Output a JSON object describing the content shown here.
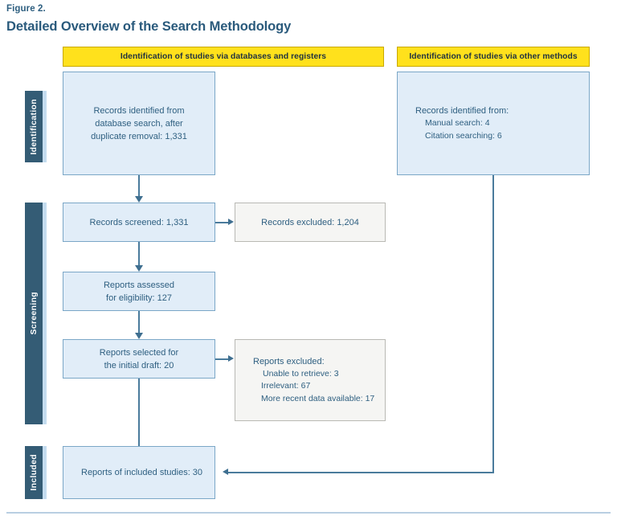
{
  "figure": {
    "label": "Figure 2.",
    "title": "Detailed Overview of the Search Methodology"
  },
  "banners": {
    "left": "Identification of studies via databases and registers",
    "right": "Identification of studies via other methods"
  },
  "rails": {
    "identification": "Identification",
    "screening": "Screening",
    "included": "Included"
  },
  "boxes": {
    "records_identified": {
      "line1": "Records identified from",
      "line2": "database search, after",
      "line3": "duplicate removal: 1,331"
    },
    "other_methods": {
      "heading": "Records identified from:",
      "item1": "Manual search: 4",
      "item2": "Citation searching: 6"
    },
    "records_screened": {
      "text": "Records screened: 1,331"
    },
    "records_excluded": {
      "text": "Records excluded: 1,204"
    },
    "reports_assessed": {
      "line1": "Reports assessed",
      "line2": "for eligibility: 127"
    },
    "reports_selected": {
      "line1": "Reports selected for",
      "line2": "the initial draft: 20"
    },
    "reports_excluded": {
      "heading": "Reports excluded:",
      "item1": "Unable to retrieve: 3",
      "item2": "Irrelevant: 67",
      "item3": "More recent data available: 17"
    },
    "included_studies": {
      "text": "Reports of included studies: 30"
    }
  },
  "colors": {
    "banner_fill": "#ffe11c",
    "banner_border": "#c9a800",
    "box_fill": "#e1edf8",
    "box_border": "#7ba7c7",
    "excluded_fill": "#f5f5f3",
    "excluded_border": "#b9b9b4",
    "rail_fill": "#345c75",
    "rail_shadow": "#c4dcef",
    "text_blue": "#2e5f80",
    "connector": "#4a7b9c",
    "rule": "#b9cfe2"
  },
  "chart_data": {
    "type": "diagram",
    "title": "Detailed Overview of the Search Methodology",
    "nodes": [
      {
        "id": "records_identified",
        "stage": "Identification",
        "column": "databases",
        "label": "Records identified from database search, after duplicate removal",
        "value": 1331
      },
      {
        "id": "other_methods_manual",
        "stage": "Identification",
        "column": "other",
        "label": "Manual search",
        "value": 4
      },
      {
        "id": "other_methods_citation",
        "stage": "Identification",
        "column": "other",
        "label": "Citation searching",
        "value": 6
      },
      {
        "id": "records_screened",
        "stage": "Screening",
        "column": "databases",
        "label": "Records screened",
        "value": 1331
      },
      {
        "id": "records_excluded",
        "stage": "Screening",
        "column": "exclusion",
        "label": "Records excluded",
        "value": 1204
      },
      {
        "id": "reports_assessed",
        "stage": "Screening",
        "column": "databases",
        "label": "Reports assessed for eligibility",
        "value": 127
      },
      {
        "id": "reports_selected",
        "stage": "Screening",
        "column": "databases",
        "label": "Reports selected for the initial draft",
        "value": 20
      },
      {
        "id": "reports_excluded_unable",
        "stage": "Screening",
        "column": "exclusion",
        "label": "Unable to retrieve",
        "value": 3
      },
      {
        "id": "reports_excluded_irrelevant",
        "stage": "Screening",
        "column": "exclusion",
        "label": "Irrelevant",
        "value": 67
      },
      {
        "id": "reports_excluded_recent",
        "stage": "Screening",
        "column": "exclusion",
        "label": "More recent data available",
        "value": 17
      },
      {
        "id": "included_studies",
        "stage": "Included",
        "column": "databases",
        "label": "Reports of included studies",
        "value": 30
      }
    ],
    "edges": [
      {
        "from": "records_identified",
        "to": "records_screened"
      },
      {
        "from": "records_screened",
        "to": "records_excluded"
      },
      {
        "from": "records_screened",
        "to": "reports_assessed"
      },
      {
        "from": "reports_assessed",
        "to": "reports_selected"
      },
      {
        "from": "reports_selected",
        "to": "reports_excluded_unable"
      },
      {
        "from": "reports_selected",
        "to": "included_studies"
      },
      {
        "from": "other_methods_manual",
        "to": "included_studies"
      }
    ]
  }
}
